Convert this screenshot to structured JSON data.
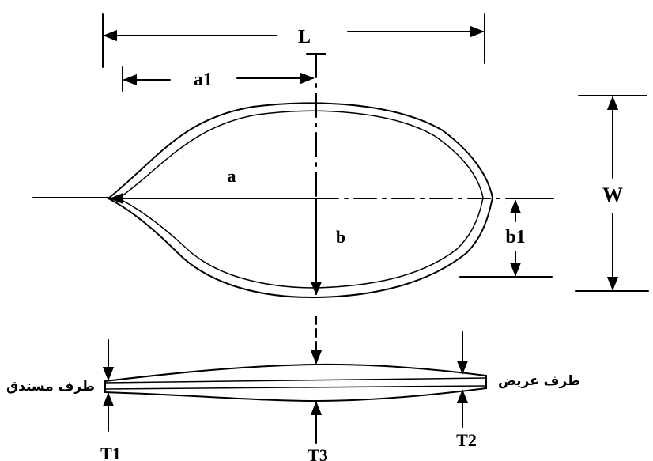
{
  "labels": {
    "L": "L",
    "a1": "a1",
    "a": "a",
    "b": "b",
    "b1": "b1",
    "W": "W",
    "T1": "T1",
    "T2": "T2",
    "T3": "T3",
    "pointed_end": "طرف مستدق",
    "wide_end": "طرف عريض"
  }
}
